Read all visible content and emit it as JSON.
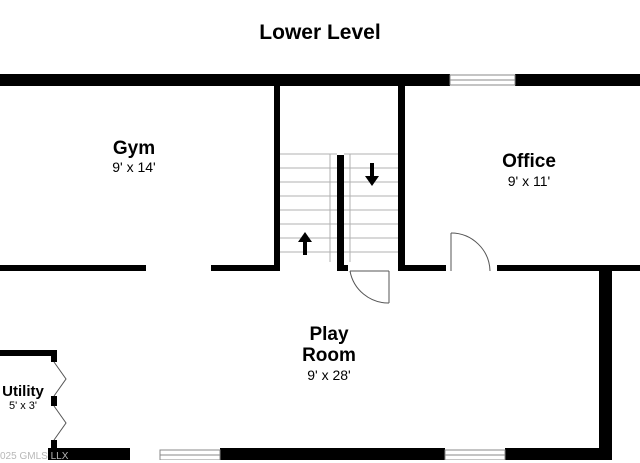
{
  "title": "Lower Level",
  "rooms": {
    "gym": {
      "name": "Gym",
      "dims": "9' x 14'"
    },
    "office": {
      "name": "Office",
      "dims": "9' x 11'"
    },
    "play_room": {
      "name_line1": "Play",
      "name_line2": "Room",
      "dims": "9' x 28'"
    },
    "utility": {
      "name": "Utility",
      "dims": "5' x 3'"
    }
  },
  "watermark": "025 GMLS LLX",
  "colors": {
    "wall": "#000000",
    "stair_line": "#b0b0b0",
    "door_line": "#555555",
    "window_line": "#888888",
    "background": "#ffffff"
  }
}
